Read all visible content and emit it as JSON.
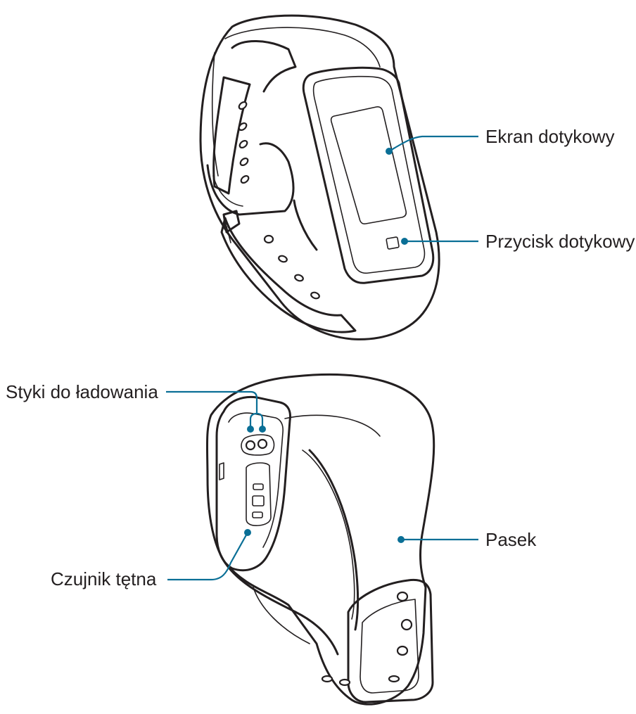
{
  "labels": {
    "touch_screen": "Ekran dotykowy",
    "touch_key": "Przycisk dotykowy",
    "charging_contacts": "Styki do ładowania",
    "strap": "Pasek",
    "heart_rate_sensor": "Czujnik tętna"
  },
  "colors": {
    "leader": "#0a6f96",
    "ink": "#231f20",
    "background": "#ffffff"
  }
}
